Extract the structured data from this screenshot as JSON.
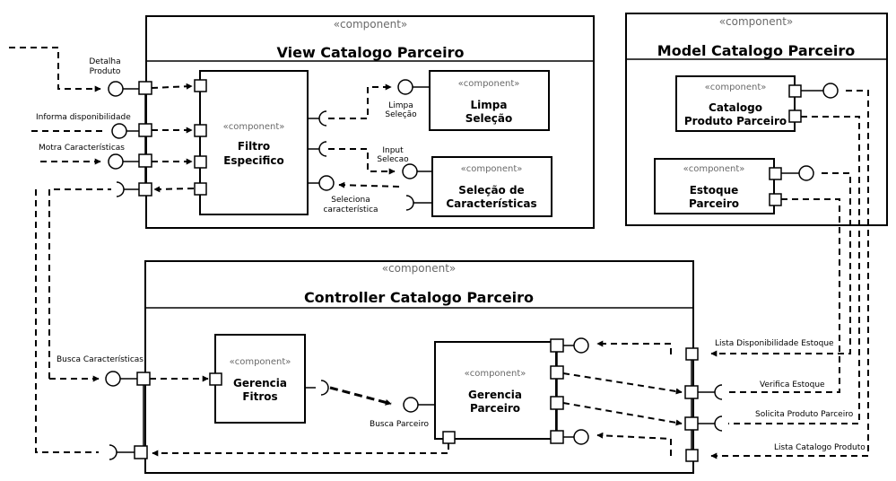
{
  "stereotype": "«component»",
  "view": {
    "title": "View Catalogo Parceiro",
    "filtro": [
      "Filtro",
      "Especifico"
    ],
    "limpa": [
      "Limpa",
      "Seleção"
    ],
    "selecao": [
      "Seleção de",
      "Características"
    ]
  },
  "model": {
    "title": "Model Catalogo Parceiro",
    "catalogo": [
      "Catalogo",
      "Produto Parceiro"
    ],
    "estoque": [
      "Estoque",
      "Parceiro"
    ]
  },
  "controller": {
    "title": "Controller Catalogo Parceiro",
    "gerencia_fitros": [
      "Gerencia",
      "Fitros"
    ],
    "gerencia_parceiro": [
      "Gerencia",
      "Parceiro"
    ]
  },
  "labels": {
    "detalha_produto": [
      "Detalha",
      "Produto"
    ],
    "informa_disponibilidade": "Informa disponibilidade",
    "motra_caracteristicas": "Motra Características",
    "limpa_selecao": [
      "Limpa",
      "Seleção"
    ],
    "input_selecao": [
      "Input",
      "Selecao"
    ],
    "seleciona_caracteristica": [
      "Seleciona",
      "característica"
    ],
    "busca_caracteristicas": "Busca Características",
    "busca_parceiro": "Busca Parceiro",
    "lista_disponibilidade_estoque": "Lista Disponibilidade Estoque",
    "verifica_estoque": "Verifica Estoque",
    "solicita_produto_parceiro": "Solicita Produto Parceiro",
    "lista_catalogo_produto": "Lista Catalogo Produto"
  }
}
